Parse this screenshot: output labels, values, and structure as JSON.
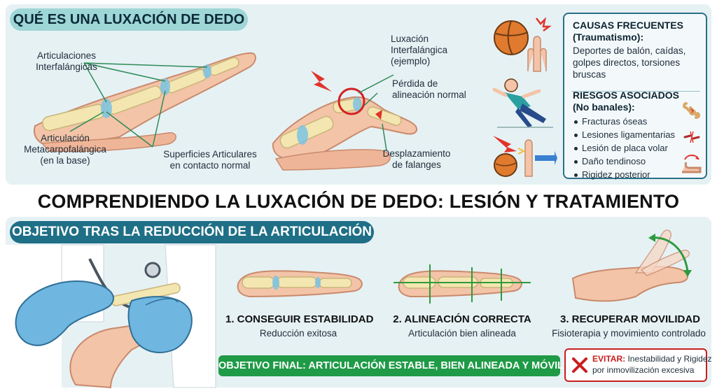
{
  "top_section": {
    "pill": "QUÉ ES UNA LUXACIÓN DE DEDO",
    "labels": {
      "interphalangeal": [
        "Articulaciones",
        "Interfalángicas"
      ],
      "metacarpo": [
        "Articulación",
        "Metacarpofalángica",
        "(en la base)"
      ],
      "surfaces": [
        "Superficies Articulares",
        "en contacto normal"
      ],
      "luxation": [
        "Luxación",
        "Interfalángica",
        "(ejemplo)"
      ],
      "alignment_loss": [
        "Pérdida de",
        "alineación normal"
      ],
      "displacement": [
        "Desplazamiento",
        "de falanges"
      ]
    }
  },
  "info_box": {
    "causes_title": "CAUSAS FRECUENTES",
    "causes_subtitle": "(Traumatismo):",
    "causes_text": [
      "Deportes de balón, caídas,",
      "golpes directos, torsiones",
      "bruscas"
    ],
    "risks_title": "RIESGOS ASOCIADOS",
    "risks_subtitle": "(No banales):",
    "risks": [
      "Fracturas óseas",
      "Lesiones ligamentarias",
      "Lesión de placa volar",
      "Daño tendinoso",
      "Rigidez posterior"
    ]
  },
  "main_title": "COMPRENDIENDO LA LUXACIÓN DE DEDO: LESIÓN Y TRATAMIENTO",
  "bottom_section": {
    "pill": "OBJETIVO TRAS LA REDUCCIÓN DE LA ARTICULACIÓN",
    "steps": [
      {
        "title": "1. CONSEGUIR ESTABILIDAD",
        "subtitle": "Reducción exitosa"
      },
      {
        "title": "2. ALINEACIÓN CORRECTA",
        "subtitle": "Articulación bien alineada"
      },
      {
        "title": "3. RECUPERAR MOVILIDAD",
        "subtitle": "Fisioterapia y movimiento controlado"
      }
    ],
    "final_goal": "OBJETIVO FINAL: ARTICULACIÓN ESTABLE, BIEN ALINEADA Y MÓVIL",
    "avoid_label": "EVITAR:",
    "avoid_text": [
      "Inestabilidad y Rigidez",
      "por inmovilización excesiva"
    ]
  },
  "colors": {
    "panel_bg": "#e6f1f4",
    "pill_light": "#9fd6d6",
    "pill_dark": "#1f6f86",
    "final_green": "#1f9a46",
    "danger_red": "#c81e1e",
    "glove_blue": "#6fb6e0",
    "skin": "#f3c4a8",
    "bone": "#f4e6b0",
    "joint_blue": "#7ac3e3"
  },
  "icons": [
    "basketball-icon",
    "falling-person-icon",
    "impact-arrow-icon",
    "bone-fracture-icon",
    "ligament-tear-icon",
    "rotation-arrow-icon",
    "lightning-icon",
    "close-icon"
  ]
}
